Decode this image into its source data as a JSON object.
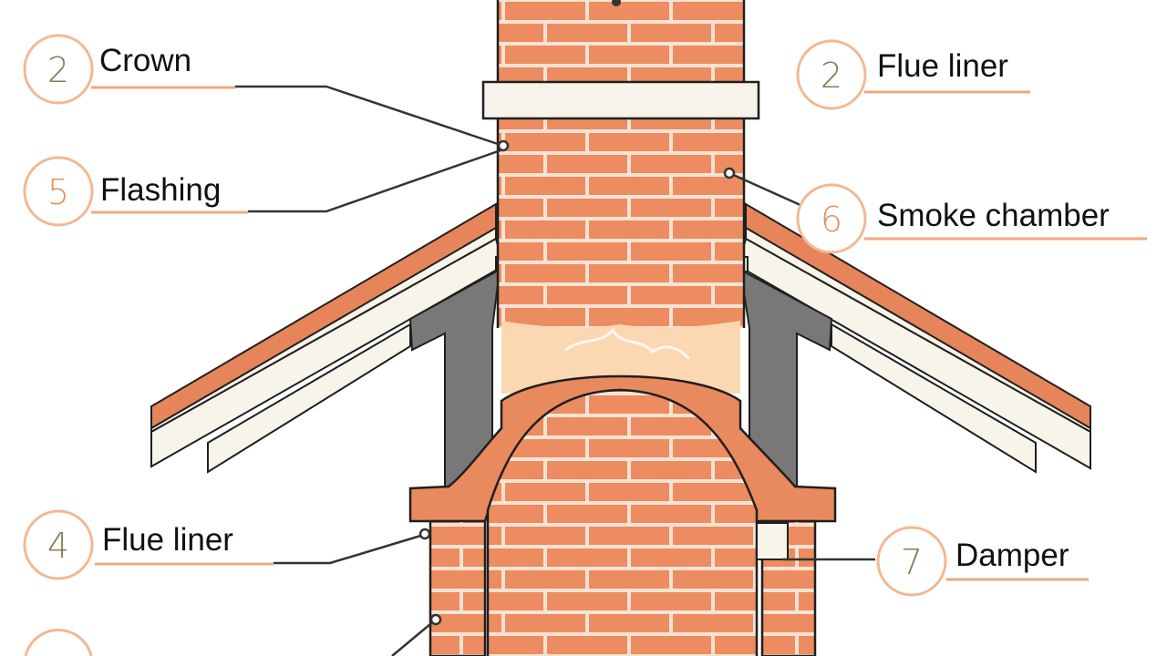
{
  "colors": {
    "brick": "#ec8c60",
    "brick_dark": "#e07a4d",
    "mortar": "#f6e3d3",
    "outline": "#1f1f1f",
    "crown": "#f7f3ea",
    "flashing": "#7a7778",
    "roof_orange": "#e6845a",
    "roof_cream": "#f7f4ea",
    "glow": "#fbd7b2",
    "badge_ring": "#f2b892",
    "badge_text": "#8a7a55",
    "underline": "#f0a77e",
    "leader": "#333333"
  },
  "callouts": [
    {
      "id": "crown",
      "number": "2",
      "label": "Crown"
    },
    {
      "id": "flue-liner-top",
      "number": "2",
      "label": "Flue liner"
    },
    {
      "id": "flashing",
      "number": "5",
      "label": "Flashing"
    },
    {
      "id": "smoke-chamber",
      "number": "6",
      "label": "Smoke chamber"
    },
    {
      "id": "flue-liner-low",
      "number": "4",
      "label": "Flue liner"
    },
    {
      "id": "damper",
      "number": "7",
      "label": "Damper"
    }
  ]
}
